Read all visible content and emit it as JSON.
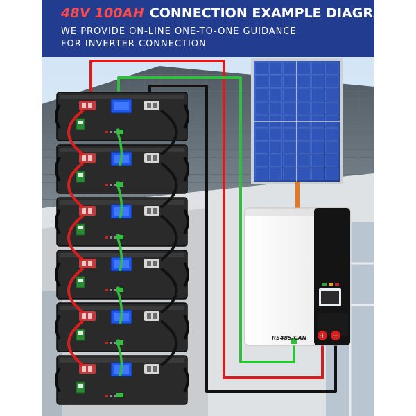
{
  "header": {
    "model": "48V 100AH",
    "title": "CONNECTION EXAMPLE DIAGRAM",
    "subtitle_line1": "WE PROVIDE ON-LINE ONE-TO-ONE GUIDANCE",
    "subtitle_line2": "FOR INVERTER CONNECTION"
  },
  "inverter": {
    "port_label": "RS485/CAN",
    "terminals": [
      "+",
      "−"
    ]
  },
  "battery_stack": {
    "module_count": 6
  },
  "colors": {
    "banner": "#223c8f",
    "model_text": "#ff4a4a",
    "positive_cable": "#d61e1e",
    "negative_cable": "#111111",
    "comm_cable": "#2fbf3a",
    "battery_body": "#2a2a2a",
    "battery_screen": "#1f57e6",
    "inverter_body": "#f4f4f4",
    "inverter_panel": "#141414"
  }
}
